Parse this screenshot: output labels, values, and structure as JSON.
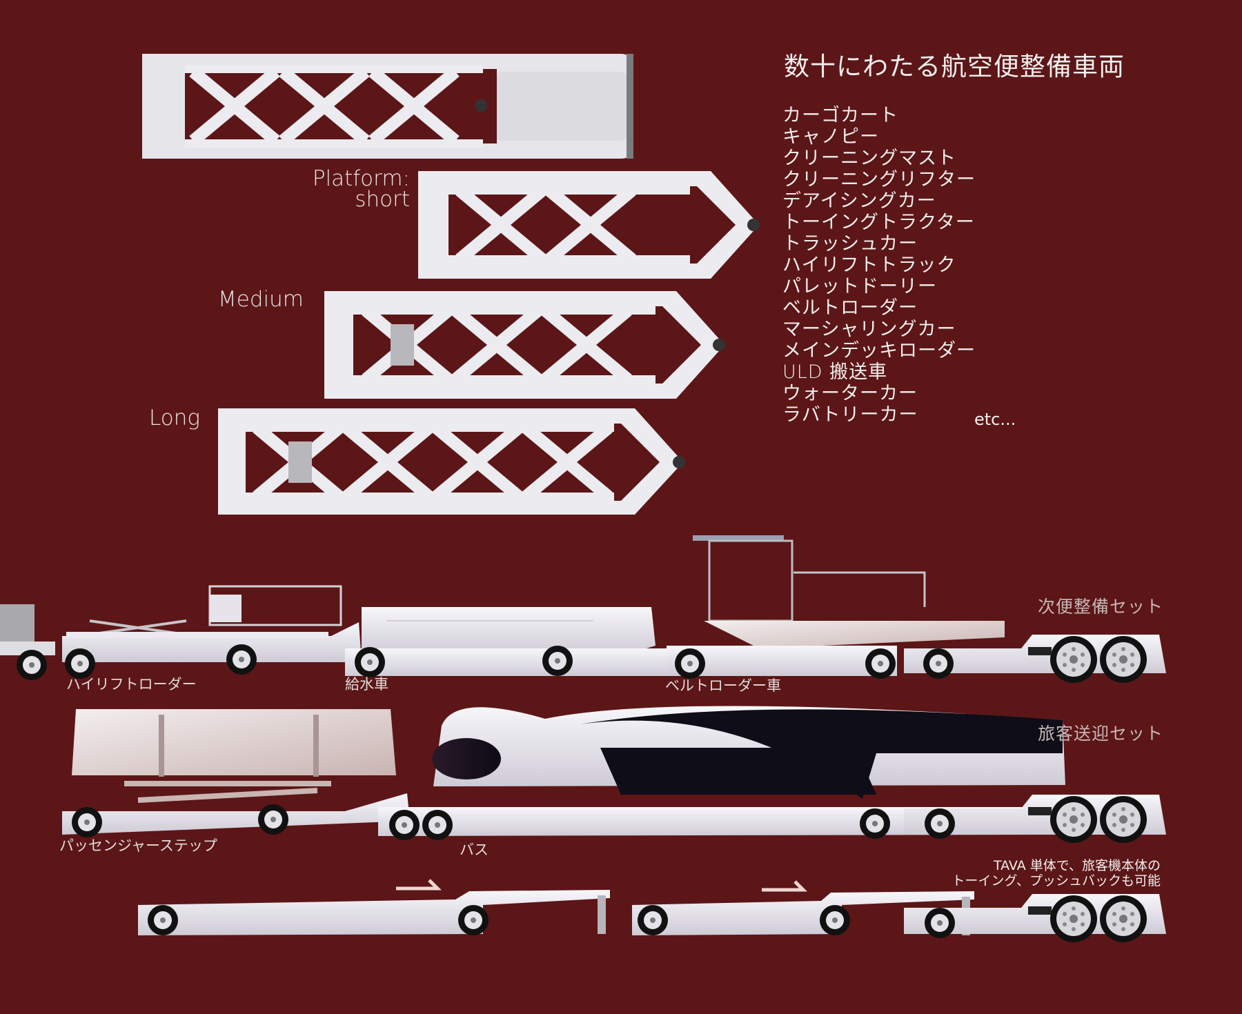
{
  "header": {
    "title": "数十にわたる航空便整備車両"
  },
  "vehicle_list": [
    "カーゴカート",
    "キャノピー",
    "クリーニングマスト",
    "クリーニングリフター",
    "デアイシングカー",
    "トーイングトラクター",
    "トラッシュカー",
    "ハイリフトトラック",
    "パレットドーリー",
    "ベルトローダー",
    "マーシャリングカー",
    "メインデッキローダー",
    "ULD 搬送車",
    "ウォーターカー",
    "ラバトリーカー"
  ],
  "etc_label": "etc...",
  "platforms": {
    "short_label_line1": "Platform:",
    "short_label_line2": "short",
    "medium_label": "Medium",
    "long_label": "Long"
  },
  "sets": {
    "next_flight": "次便整備セット",
    "passenger": "旅客送迎セット"
  },
  "vehicles": {
    "high_lift_loader": "ハイリフトローダー",
    "water_truck": "給水車",
    "belt_loader": "ベルトローダー車",
    "passenger_steps": "パッセンジャーステップ",
    "bus": "バス"
  },
  "towing_note": {
    "line1": "TAVA 単体で、旅客機本体の",
    "line2": "トーイング、プッシュバックも可能"
  },
  "colors": {
    "background": "#5c1617",
    "vehicle_body": "#ecebf0",
    "text": "#f1eeee"
  }
}
